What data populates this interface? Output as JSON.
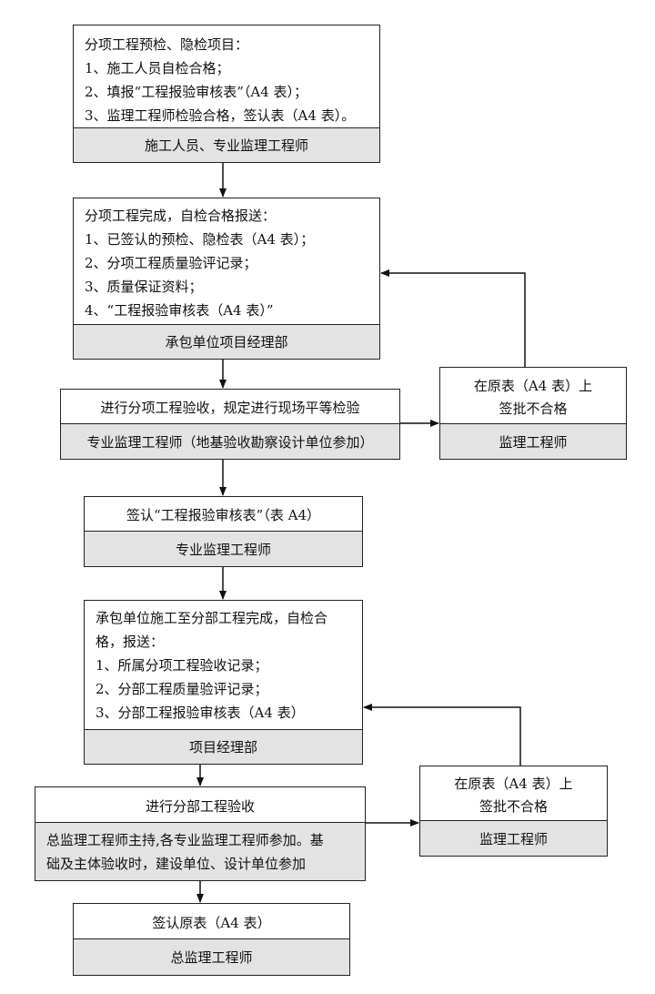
{
  "flow": {
    "step1": {
      "lines": [
        "分项工程预检、隐检项目：",
        "1、施工人员自检合格；",
        "2、填报“工程报验审核表”（A4 表）；",
        "3、监理工程师检验合格，签认表（A4 表）。"
      ],
      "role": "施工人员、专业监理工程师"
    },
    "step2": {
      "lines": [
        "分项工程完成，自检合格报送：",
        "1、已签认的预检、隐检表（A4 表）；",
        "2、分项工程质量验评记录；",
        "3、质量保证资料；",
        "4、“工程报验审核表（A4 表）”"
      ],
      "role": "承包单位项目经理部"
    },
    "step3": {
      "title": "进行分项工程验收，规定进行现场平等检验",
      "role": "专业监理工程师（地基验收勘察设计单位参加）"
    },
    "reject1": {
      "lines": [
        "在原表（A4 表）上",
        "签批不合格"
      ],
      "role": "监理工程师"
    },
    "step4": {
      "title": "签认“工程报验审核表”（表 A4）",
      "role": "专业监理工程师"
    },
    "step5": {
      "lines": [
        "承包单位施工至分部工程完成，自检合",
        "格，报送：",
        "1、所属分项工程验收记录；",
        "2、分部工程质量验评记录；",
        "3、分部工程报验审核表（A4 表）"
      ],
      "role": "项目经理部"
    },
    "step6": {
      "title": "进行分部工程验收",
      "lines": [
        "总监理工程师主持,各专业监理工程师参加。基",
        "础及主体验收时，建设单位、设计单位参加"
      ]
    },
    "reject2": {
      "lines": [
        "在原表（A4 表）上",
        "签批不合格"
      ],
      "role": "监理工程师"
    },
    "step7": {
      "title": "签认原表（A4 表）",
      "role": "总监理工程师"
    }
  }
}
